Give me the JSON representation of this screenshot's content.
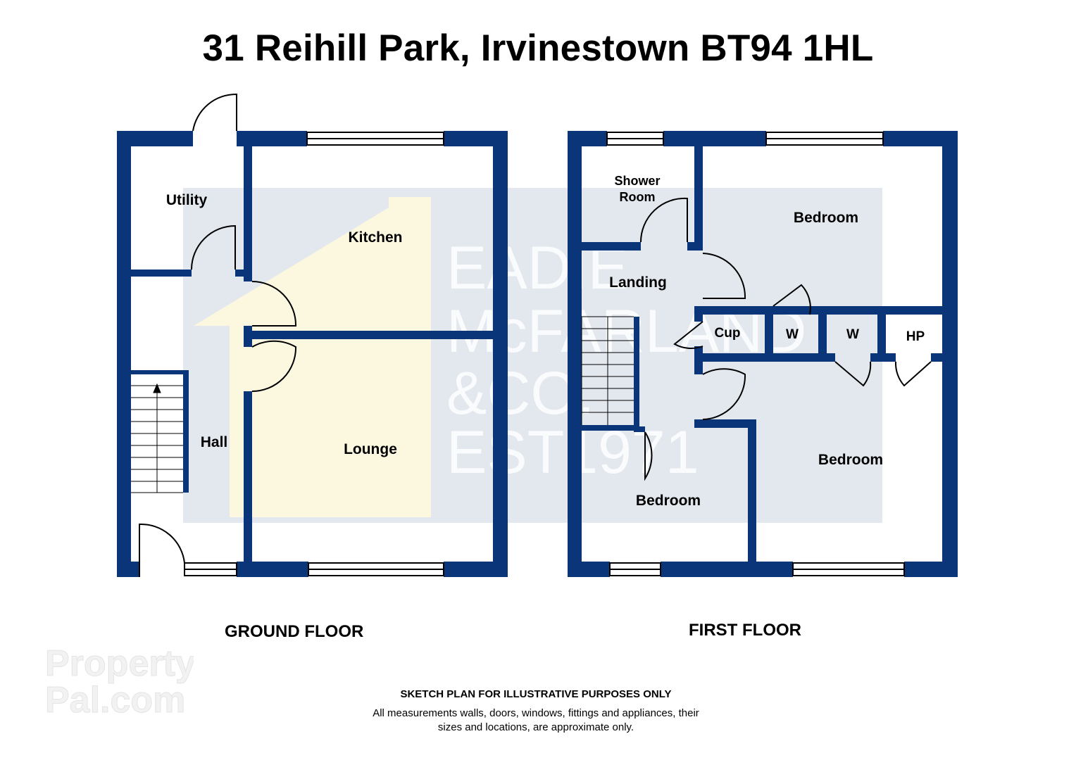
{
  "title": "31 Reihill Park, Irvinestown BT94 1HL",
  "floors": {
    "ground": {
      "label": "GROUND FLOOR",
      "rooms": {
        "utility": "Utility",
        "kitchen": "Kitchen",
        "hall": "Hall",
        "lounge": "Lounge"
      }
    },
    "first": {
      "label": "FIRST FLOOR",
      "rooms": {
        "shower_line1": "Shower",
        "shower_line2": "Room",
        "bedroom_rear": "Bedroom",
        "landing": "Landing",
        "cup": "Cup",
        "w1": "W",
        "w2": "W",
        "hp": "HP",
        "bedroom_front_large": "Bedroom",
        "bedroom_front_small": "Bedroom"
      }
    }
  },
  "watermark": {
    "line1": "EADIE",
    "line2": "McFARLAND",
    "line3": "&CO.",
    "line4": "EST1971"
  },
  "logo": {
    "line1": "Property",
    "line2": "Pal.com"
  },
  "disclaimer": {
    "heading": "SKETCH PLAN FOR ILLUSTRATIVE PURPOSES ONLY",
    "line1": "All measurements walls, doors, windows, fittings and appliances, their",
    "line2": "sizes and locations, are approximate only."
  },
  "colors": {
    "wall": "#0a3679",
    "watermark_bg": "#e3e8ee",
    "watermark_accent": "#fbf8df"
  }
}
